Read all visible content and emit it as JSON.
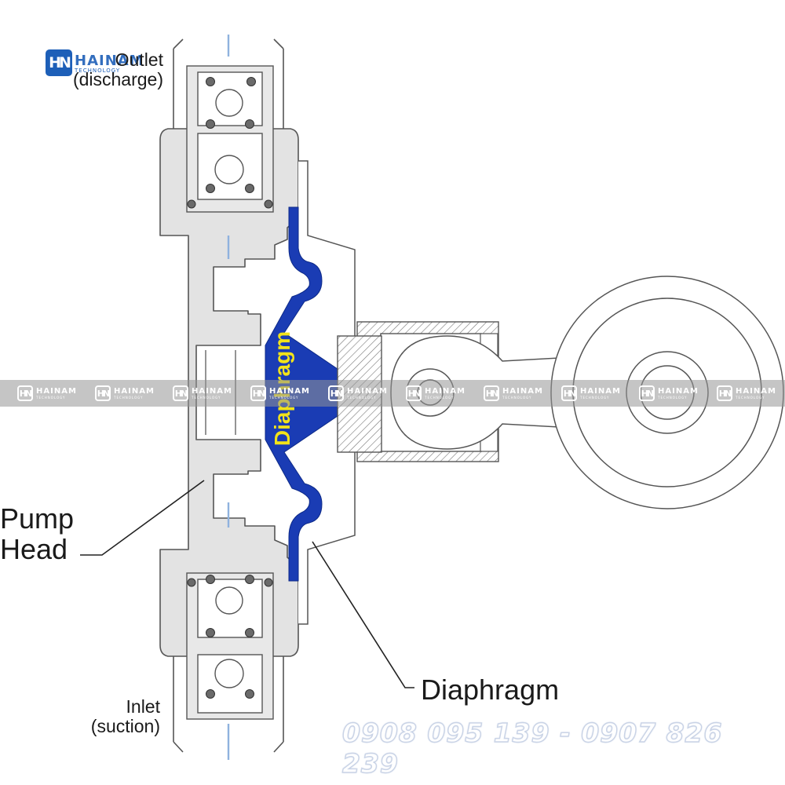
{
  "labels": {
    "outlet": [
      "Outlet",
      "(discharge)"
    ],
    "inlet": [
      "Inlet",
      "(suction)"
    ],
    "pump_head": [
      "Pump",
      "Head"
    ],
    "diaphragm_callout": "Diaphragm",
    "diaphragm_vertical": "Diaphragm"
  },
  "logo": {
    "mark": "HN",
    "brand": "HAINAM",
    "sub": "TECHNOLOGY"
  },
  "watermark": {
    "mark": "HN",
    "brand": "HAINAM",
    "sub": "TECHNOLOGY",
    "repeat_count": 10
  },
  "contact": {
    "phone": "0908 095 139 - 0907 826 239"
  },
  "colors": {
    "diaphragm": "#1a3cb4",
    "diaphragm_text": "#f2e31a",
    "pump_body": "#e3e3e3",
    "line": "#555555",
    "center_line": "#8fb2de",
    "band": "#969696",
    "logo": "#1d5fb8"
  }
}
